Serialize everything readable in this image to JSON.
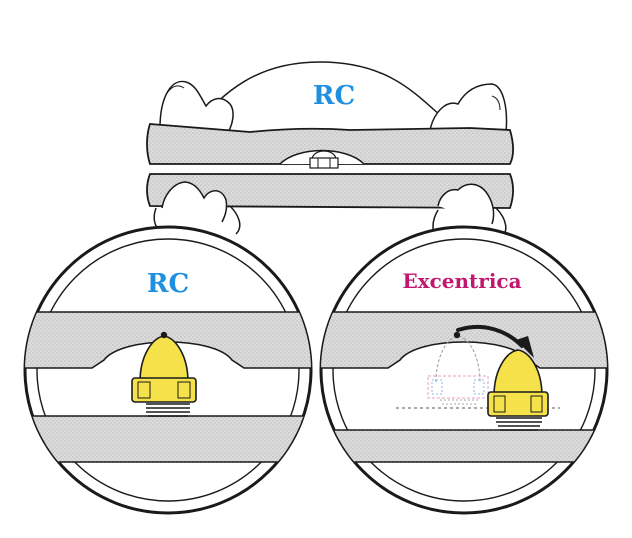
{
  "labels": {
    "top": "RC",
    "left": "RC",
    "right": "Excentrica"
  },
  "colors": {
    "rc_label": "#1f8fe0",
    "excentrica_label": "#c0186e",
    "pin_yellow": "#f5e24a",
    "plate_gray": "#d6d6d6",
    "line": "#1a1a1a",
    "ghost_pink": "#e79bc0",
    "ghost_blue": "#8bb8e0"
  }
}
